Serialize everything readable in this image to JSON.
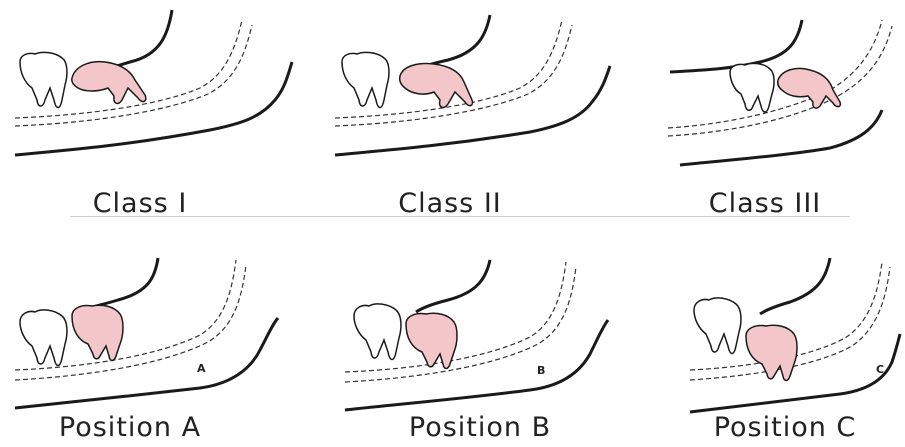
{
  "class_labels": [
    "Class I",
    "Class II",
    "Class III"
  ],
  "position_labels": [
    "Position A",
    "Position B",
    "Position C"
  ],
  "position_markers": [
    "A",
    "B",
    "C"
  ],
  "colors": {
    "impacted_tooth": "#f3c6c9",
    "normal_tooth": "#ffffff",
    "outline": "#1a1a1a"
  }
}
